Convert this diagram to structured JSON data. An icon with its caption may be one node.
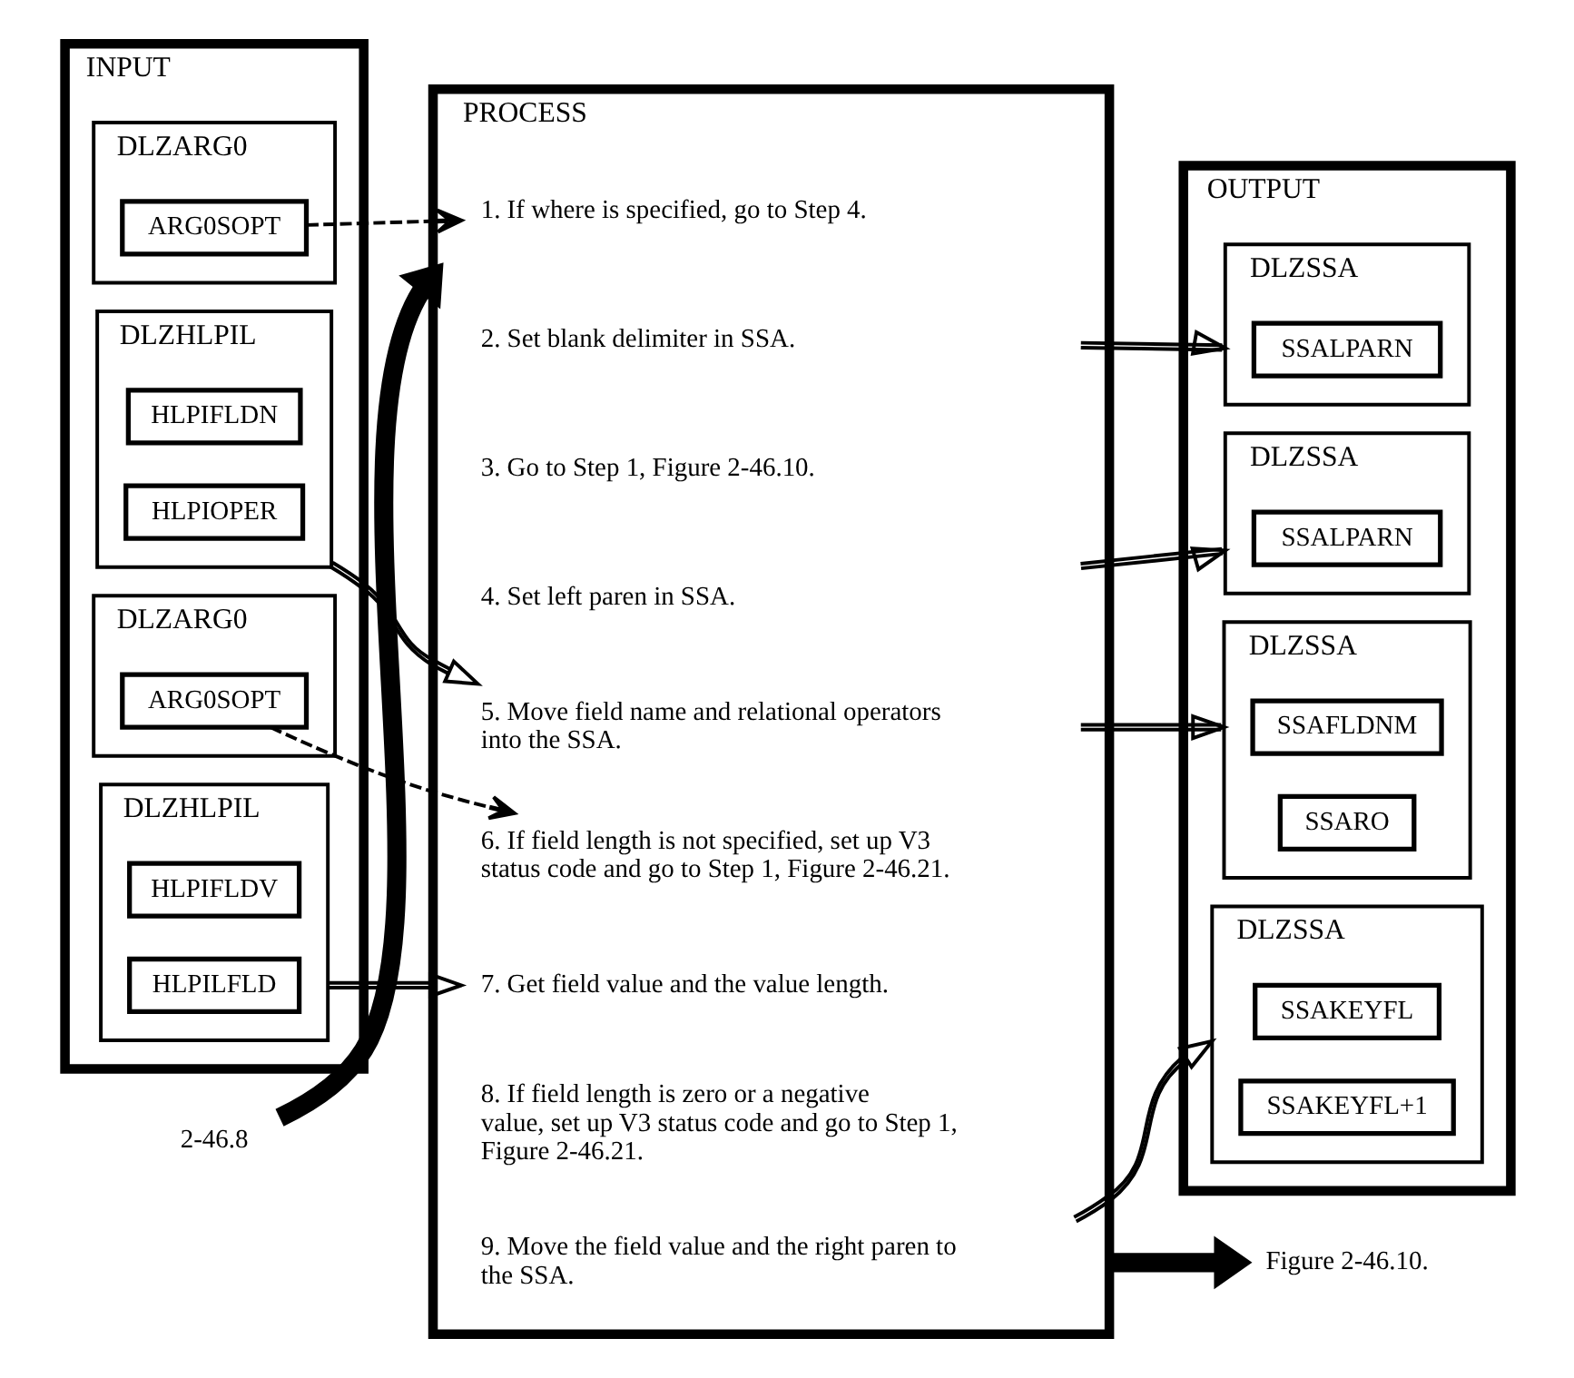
{
  "diagram": {
    "nodes": [
      {
        "text": [
          "INPUT"
        ]
      },
      {
        "text": [
          "DLZARG0"
        ],
        "in": 0
      },
      {
        "text": [
          "ARG0SOPT"
        ],
        "in": 1
      },
      {
        "text": [
          "DLZHLPIL"
        ],
        "in": 0
      },
      {
        "text": [
          "HLPIFLDN"
        ],
        "in": 3
      },
      {
        "text": [
          "HLPIOPER"
        ],
        "in": 3
      },
      {
        "text": [
          "DLZARG0"
        ],
        "in": 0
      },
      {
        "text": [
          "ARG0SOPT"
        ],
        "in": 6
      },
      {
        "text": [
          "DLZHLPIL"
        ],
        "in": 0
      },
      {
        "text": [
          "HLPIFLDV"
        ],
        "in": 8
      },
      {
        "text": [
          "HLPILFLD"
        ],
        "in": 8
      },
      {
        "text": [
          "PROCESS"
        ]
      },
      {
        "text": [
          "1. If where is specified, go to Step 4."
        ],
        "in": 11
      },
      {
        "text": [
          "2. Set blank delimiter in SSA."
        ],
        "in": 11
      },
      {
        "text": [
          "3. Go to Step 1, Figure 2-46.10."
        ],
        "in": 11
      },
      {
        "text": [
          "4. Set left paren in SSA."
        ],
        "in": 11
      },
      {
        "text": [
          "5. Move field name and relational operators into the SSA."
        ],
        "in": 11
      },
      {
        "text": [
          "6. If field length is not specified, set up V3 status code and go to Step 1, Figure 2-46.21."
        ],
        "in": 11
      },
      {
        "text": [
          "7. Get field value and the value length."
        ],
        "in": 11
      },
      {
        "text": [
          "8. If field length is zero or a negative value, set up V3 status code and go to Step 1, Figure 2-46.21."
        ],
        "in": 11
      },
      {
        "text": [
          "9. Move the field value and the right paren to the SSA."
        ],
        "in": 11
      },
      {
        "text": [
          "OUTPUT"
        ]
      },
      {
        "text": [
          "DLZSSA"
        ],
        "in": 21
      },
      {
        "text": [
          "SSALPARN"
        ],
        "in": 22
      },
      {
        "text": [
          "DLZSSA"
        ],
        "in": 21
      },
      {
        "text": [
          "SSALPARN"
        ],
        "in": 24
      },
      {
        "text": [
          "DLZSSA"
        ],
        "in": 21
      },
      {
        "text": [
          "SSAFLDNM"
        ],
        "in": 26
      },
      {
        "text": [
          "SSARO"
        ],
        "in": 26
      },
      {
        "text": [
          "DLZSSA"
        ],
        "in": 21
      },
      {
        "text": [
          "SSAKEYFL"
        ],
        "in": 29
      },
      {
        "text": [
          "SSAKEYFL+1"
        ],
        "in": 29
      },
      {
        "text": [
          "2-46.8"
        ]
      },
      {
        "text": [
          "Figure 2-46.10."
        ]
      }
    ],
    "edges": [
      {
        "from": 32,
        "to": 11,
        "arrow": "to",
        "style": "thick"
      },
      {
        "from": 2,
        "to": 12,
        "arrow": "to",
        "style": "dashed"
      },
      {
        "from": 13,
        "to": 22,
        "arrow": "to"
      },
      {
        "from": 15,
        "to": 24,
        "arrow": "to"
      },
      {
        "from": 3,
        "to": 16,
        "arrow": "to"
      },
      {
        "from": 16,
        "to": 26,
        "arrow": "to"
      },
      {
        "from": 7,
        "to": 17,
        "arrow": "to",
        "style": "dashed"
      },
      {
        "from": 8,
        "to": 18,
        "arrow": "to"
      },
      {
        "from": 20,
        "to": 29,
        "arrow": "to"
      },
      {
        "from": 11,
        "to": 33,
        "arrow": "to",
        "style": "thick"
      }
    ]
  }
}
